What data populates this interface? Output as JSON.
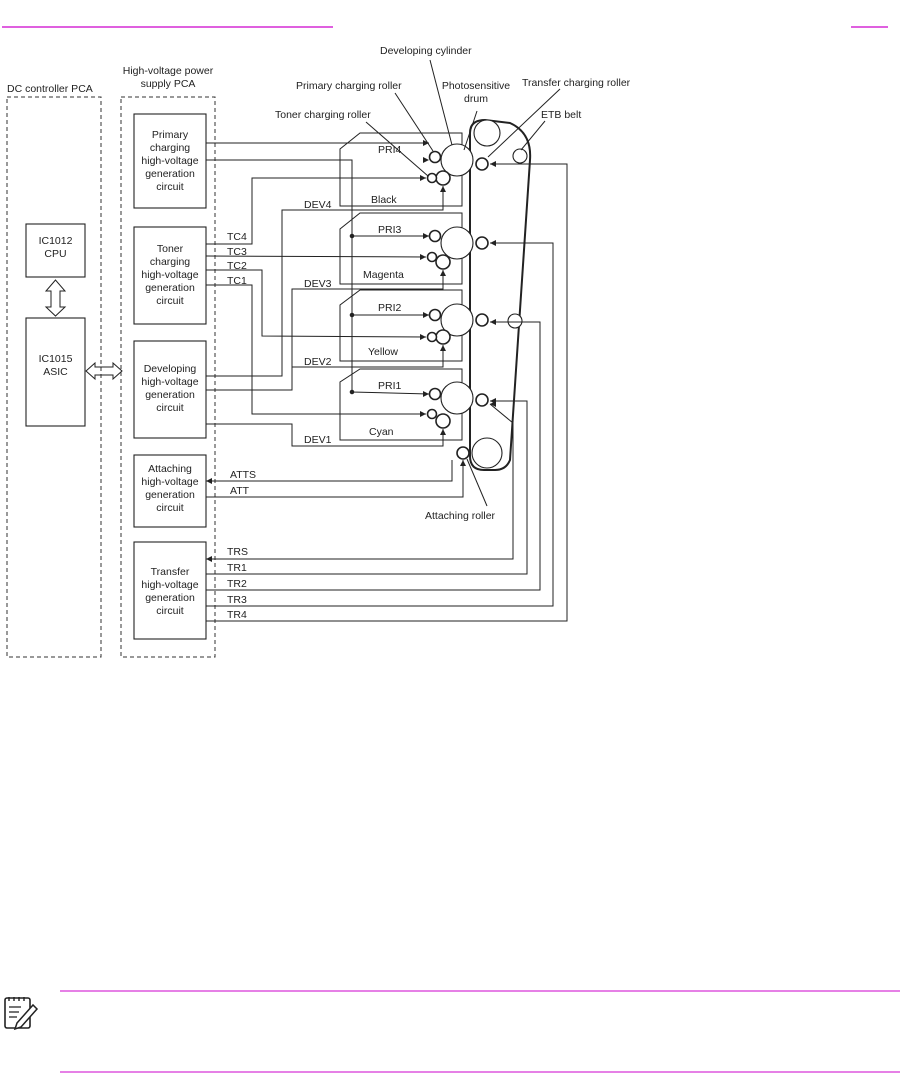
{
  "header": {
    "link_color": "#cc00cc"
  },
  "diagram": {
    "dc_controller": {
      "title": "DC controller PCA",
      "cpu": "IC1012\nCPU",
      "asic": "IC1015\nASIC"
    },
    "hv_supply": {
      "title": "High-voltage power\nsupply PCA",
      "circuits": [
        "Primary\ncharging\nhigh-voltage\ngeneration\ncircuit",
        "Toner\ncharging\nhigh-voltage\ngeneration\ncircuit",
        "Developing\nhigh-voltage\ngeneration\ncircuit",
        "Attaching\nhigh-voltage\ngeneration\ncircuit",
        "Transfer\nhigh-voltage\ngeneration\ncircuit"
      ]
    },
    "callouts": {
      "developing_cylinder": "Developing cylinder",
      "primary_charging_roller": "Primary charging roller",
      "photosensitive_drum": "Photosensitive\ndrum",
      "transfer_charging_roller": "Transfer charging roller",
      "toner_charging_roller": "Toner charging roller",
      "etb_belt": "ETB belt",
      "attaching_roller": "Attaching roller"
    },
    "cartridges": [
      "Black",
      "Magenta",
      "Yellow",
      "Cyan"
    ],
    "signals": {
      "pri": [
        "PRI4",
        "PRI3",
        "PRI2",
        "PRI1"
      ],
      "dev": [
        "DEV4",
        "DEV3",
        "DEV2",
        "DEV1"
      ],
      "tc": [
        "TC4",
        "TC3",
        "TC2",
        "TC1"
      ],
      "att": [
        "ATTS",
        "ATT"
      ],
      "tr": [
        "TRS",
        "TR1",
        "TR2",
        "TR3",
        "TR4"
      ]
    }
  },
  "note": {
    "icon": "note-icon",
    "rule_color": "#cc00cc"
  }
}
